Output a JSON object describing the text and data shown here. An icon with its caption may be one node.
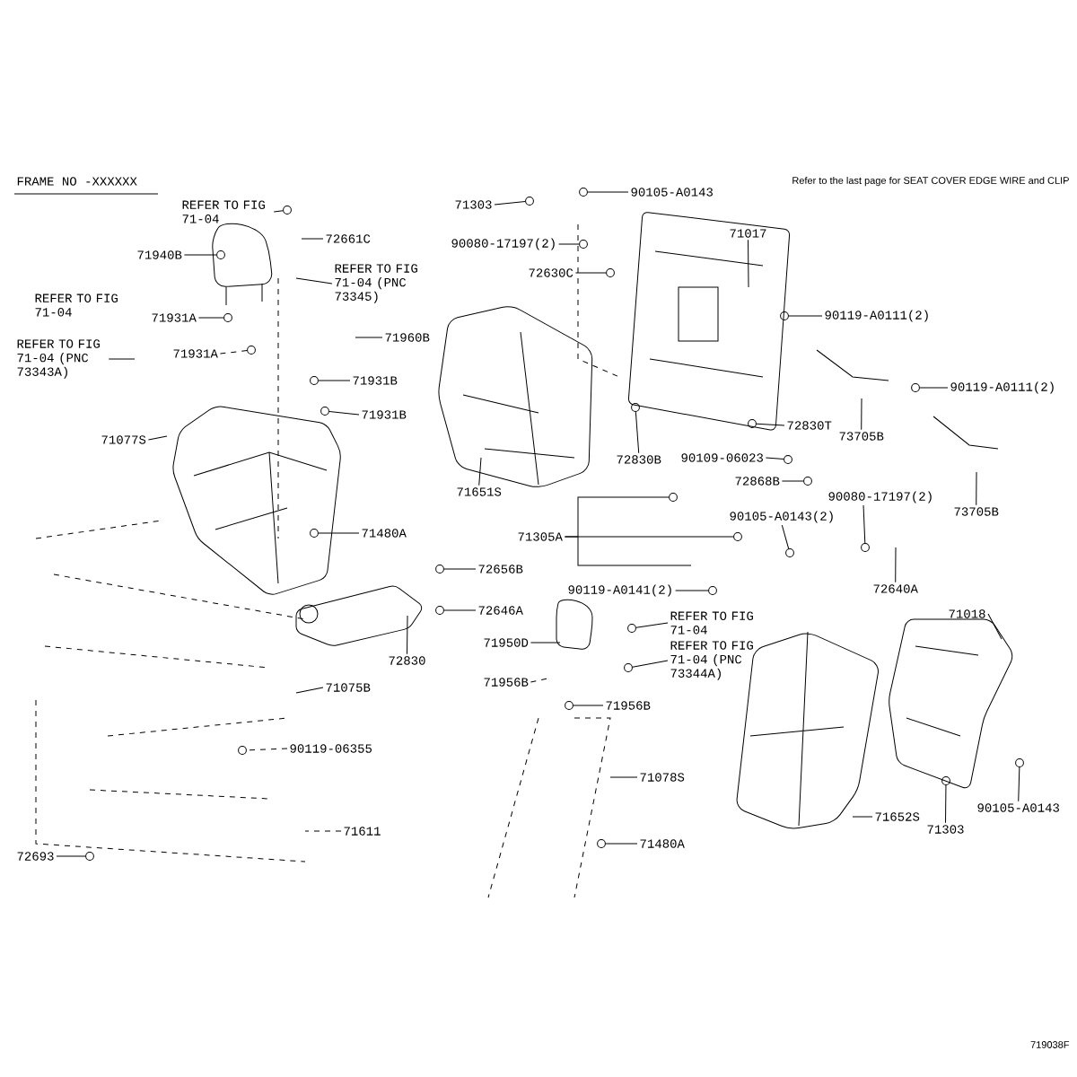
{
  "diagram": {
    "nodes": [
      {
        "text": [
          "REFER TO FIG 71-04"
        ]
      },
      {
        "text": [
          "72661C"
        ]
      },
      {
        "text": [
          "71940B"
        ]
      },
      {
        "text": [
          "REFER TO FIG 71-04 (PNC 73345)"
        ]
      },
      {
        "text": [
          "REFER TO FIG 71-04"
        ]
      },
      {
        "text": [
          "71931A"
        ]
      },
      {
        "text": [
          "REFER TO FIG 71-04 (PNC 73343A)"
        ]
      },
      {
        "text": [
          "71960B"
        ]
      },
      {
        "text": [
          "71931A"
        ]
      },
      {
        "text": [
          "71931B"
        ]
      },
      {
        "text": [
          "71931B"
        ]
      },
      {
        "text": [
          "71077S"
        ]
      },
      {
        "text": [
          "71480A"
        ]
      },
      {
        "text": [
          "72830"
        ]
      },
      {
        "text": [
          "71075B"
        ]
      },
      {
        "text": [
          "90119-06355"
        ]
      },
      {
        "text": [
          "71611"
        ]
      },
      {
        "text": [
          "72693"
        ]
      },
      {
        "text": [
          "71303"
        ]
      },
      {
        "text": [
          "90105-A0143"
        ]
      },
      {
        "text": [
          "90080-17197(2)"
        ]
      },
      {
        "text": [
          "72630C"
        ]
      },
      {
        "text": [
          "71017"
        ]
      },
      {
        "text": [
          "90119-A0111(2)"
        ]
      },
      {
        "text": [
          "90119-A0111(2)"
        ]
      },
      {
        "text": [
          "72830T"
        ]
      },
      {
        "text": [
          "72830B"
        ]
      },
      {
        "text": [
          "73705B"
        ]
      },
      {
        "text": [
          "90109-06023"
        ]
      },
      {
        "text": [
          "72868B"
        ]
      },
      {
        "text": [
          "71651S"
        ]
      },
      {
        "text": [
          "73705B"
        ]
      },
      {
        "text": [
          "90080-17197(2)"
        ]
      },
      {
        "text": [
          "90105-A0143(2)"
        ]
      },
      {
        "text": [
          "71305A"
        ]
      },
      {
        "text": [
          "72656B"
        ]
      },
      {
        "text": [
          "90119-A0141(2)"
        ]
      },
      {
        "text": [
          "72640A"
        ]
      },
      {
        "text": [
          "72646A"
        ]
      },
      {
        "text": [
          "71950D"
        ]
      },
      {
        "text": [
          "71956B"
        ]
      },
      {
        "text": [
          "REFER TO FIG 71-04"
        ]
      },
      {
        "text": [
          "REFER TO FIG 71-04 (PNC 73344A)"
        ]
      },
      {
        "text": [
          "71956B"
        ]
      },
      {
        "text": [
          "71018"
        ]
      },
      {
        "text": [
          "71078S"
        ]
      },
      {
        "text": [
          "71652S"
        ]
      },
      {
        "text": [
          "90105-A0143"
        ]
      },
      {
        "text": [
          "71303"
        ]
      },
      {
        "text": [
          "71480A"
        ]
      },
      {
        "text": [],
        "shape": "circle"
      },
      {
        "text": [],
        "shape": "circle"
      },
      {
        "text": [],
        "shape": "circle"
      },
      {
        "text": [],
        "shape": "circle"
      },
      {
        "text": [],
        "shape": "circle"
      },
      {
        "text": [],
        "shape": "circle"
      },
      {
        "text": [],
        "shape": "circle"
      },
      {
        "text": [],
        "shape": "circle"
      },
      {
        "text": [],
        "shape": "circle"
      },
      {
        "text": [],
        "shape": "circle"
      },
      {
        "text": [],
        "shape": "circle"
      },
      {
        "text": [],
        "shape": "circle"
      },
      {
        "text": [],
        "shape": "circle"
      },
      {
        "text": [],
        "shape": "circle"
      },
      {
        "text": [],
        "shape": "circle"
      },
      {
        "text": [],
        "shape": "circle"
      },
      {
        "text": [],
        "shape": "circle"
      },
      {
        "text": [],
        "shape": "circle"
      },
      {
        "text": [],
        "shape": "circle"
      },
      {
        "text": [],
        "shape": "circle"
      },
      {
        "text": [],
        "shape": "circle"
      },
      {
        "text": [],
        "shape": "circle"
      },
      {
        "text": [],
        "shape": "circle"
      },
      {
        "text": [],
        "shape": "circle"
      },
      {
        "text": [],
        "shape": "circle"
      },
      {
        "text": [],
        "shape": "circle"
      },
      {
        "text": [],
        "shape": "circle"
      },
      {
        "text": [],
        "shape": "circle"
      },
      {
        "text": [],
        "shape": "circle"
      },
      {
        "text": [],
        "shape": "circle"
      },
      {
        "text": [],
        "shape": "circle"
      },
      {
        "text": [],
        "shape": "circle"
      }
    ],
    "edges": [
      {
        "from": 0,
        "to": 52,
        "arrow": "none"
      },
      {
        "from": 1,
        "to": null,
        "arrow": "none"
      },
      {
        "from": 2,
        "to": 54,
        "arrow": "none"
      },
      {
        "from": 3,
        "to": null,
        "arrow": "none"
      },
      {
        "from": 5,
        "to": 57,
        "arrow": "none"
      },
      {
        "from": 6,
        "to": null,
        "arrow": "none"
      },
      {
        "from": 7,
        "to": null,
        "arrow": "none"
      },
      {
        "from": 8,
        "to": 58,
        "arrow": "none",
        "style": "dashed"
      },
      {
        "from": 9,
        "to": 59,
        "arrow": "none"
      },
      {
        "from": 10,
        "to": 62,
        "arrow": "none"
      },
      {
        "from": 11,
        "to": null,
        "arrow": "none"
      },
      {
        "from": 12,
        "to": 67,
        "arrow": "none"
      },
      {
        "from": 13,
        "to": null,
        "arrow": "none"
      },
      {
        "from": 14,
        "to": null,
        "arrow": "none"
      },
      {
        "from": 15,
        "to": 77,
        "arrow": "none",
        "style": "dashed"
      },
      {
        "from": 16,
        "to": null,
        "arrow": "none",
        "style": "dashed"
      },
      {
        "from": 17,
        "to": 81,
        "arrow": "none"
      },
      {
        "from": 18,
        "to": 51,
        "arrow": "none"
      },
      {
        "from": 19,
        "to": 50,
        "arrow": "none"
      },
      {
        "from": 20,
        "to": 53,
        "arrow": "none"
      },
      {
        "from": 21,
        "to": 55,
        "arrow": "none"
      },
      {
        "from": 22,
        "to": null,
        "arrow": "none"
      },
      {
        "from": 23,
        "to": 56,
        "arrow": "none"
      },
      {
        "from": 24,
        "to": 60,
        "arrow": "none"
      },
      {
        "from": 25,
        "to": 63,
        "arrow": "none"
      },
      {
        "from": 26,
        "to": 61,
        "arrow": "none"
      },
      {
        "from": 27,
        "to": null,
        "arrow": "none"
      },
      {
        "from": 28,
        "to": 64,
        "arrow": "none"
      },
      {
        "from": 29,
        "to": 65,
        "arrow": "none"
      },
      {
        "from": 30,
        "to": null,
        "arrow": "none"
      },
      {
        "from": 31,
        "to": null,
        "arrow": "none"
      },
      {
        "from": 32,
        "to": 69,
        "arrow": "none"
      },
      {
        "from": 33,
        "to": 70,
        "arrow": "none"
      },
      {
        "from": 34,
        "to": 66,
        "arrow": "none"
      },
      {
        "from": 34,
        "to": 68,
        "arrow": "none"
      },
      {
        "from": 35,
        "to": 71,
        "arrow": "none"
      },
      {
        "from": 36,
        "to": 72,
        "arrow": "none"
      },
      {
        "from": 37,
        "to": null,
        "arrow": "none"
      },
      {
        "from": 38,
        "to": 73,
        "arrow": "none"
      },
      {
        "from": 39,
        "to": null,
        "arrow": "none"
      },
      {
        "from": 40,
        "to": null,
        "arrow": "none",
        "style": "dashed"
      },
      {
        "from": 41,
        "to": 74,
        "arrow": "none"
      },
      {
        "from": 42,
        "to": 75,
        "arrow": "none"
      },
      {
        "from": 43,
        "to": 76,
        "arrow": "none"
      },
      {
        "from": 44,
        "to": null,
        "arrow": "none"
      },
      {
        "from": 45,
        "to": null,
        "arrow": "none"
      },
      {
        "from": 46,
        "to": null,
        "arrow": "none"
      },
      {
        "from": 47,
        "to": 78,
        "arrow": "none"
      },
      {
        "from": 48,
        "to": 79,
        "arrow": "none"
      },
      {
        "from": 49,
        "to": 80,
        "arrow": "none"
      }
    ],
    "labels": [
      "FRAME NO -XXXXXX",
      "Refer to the last page for SEAT COVER EDGE WIRE and CLIP",
      "719038F"
    ]
  }
}
